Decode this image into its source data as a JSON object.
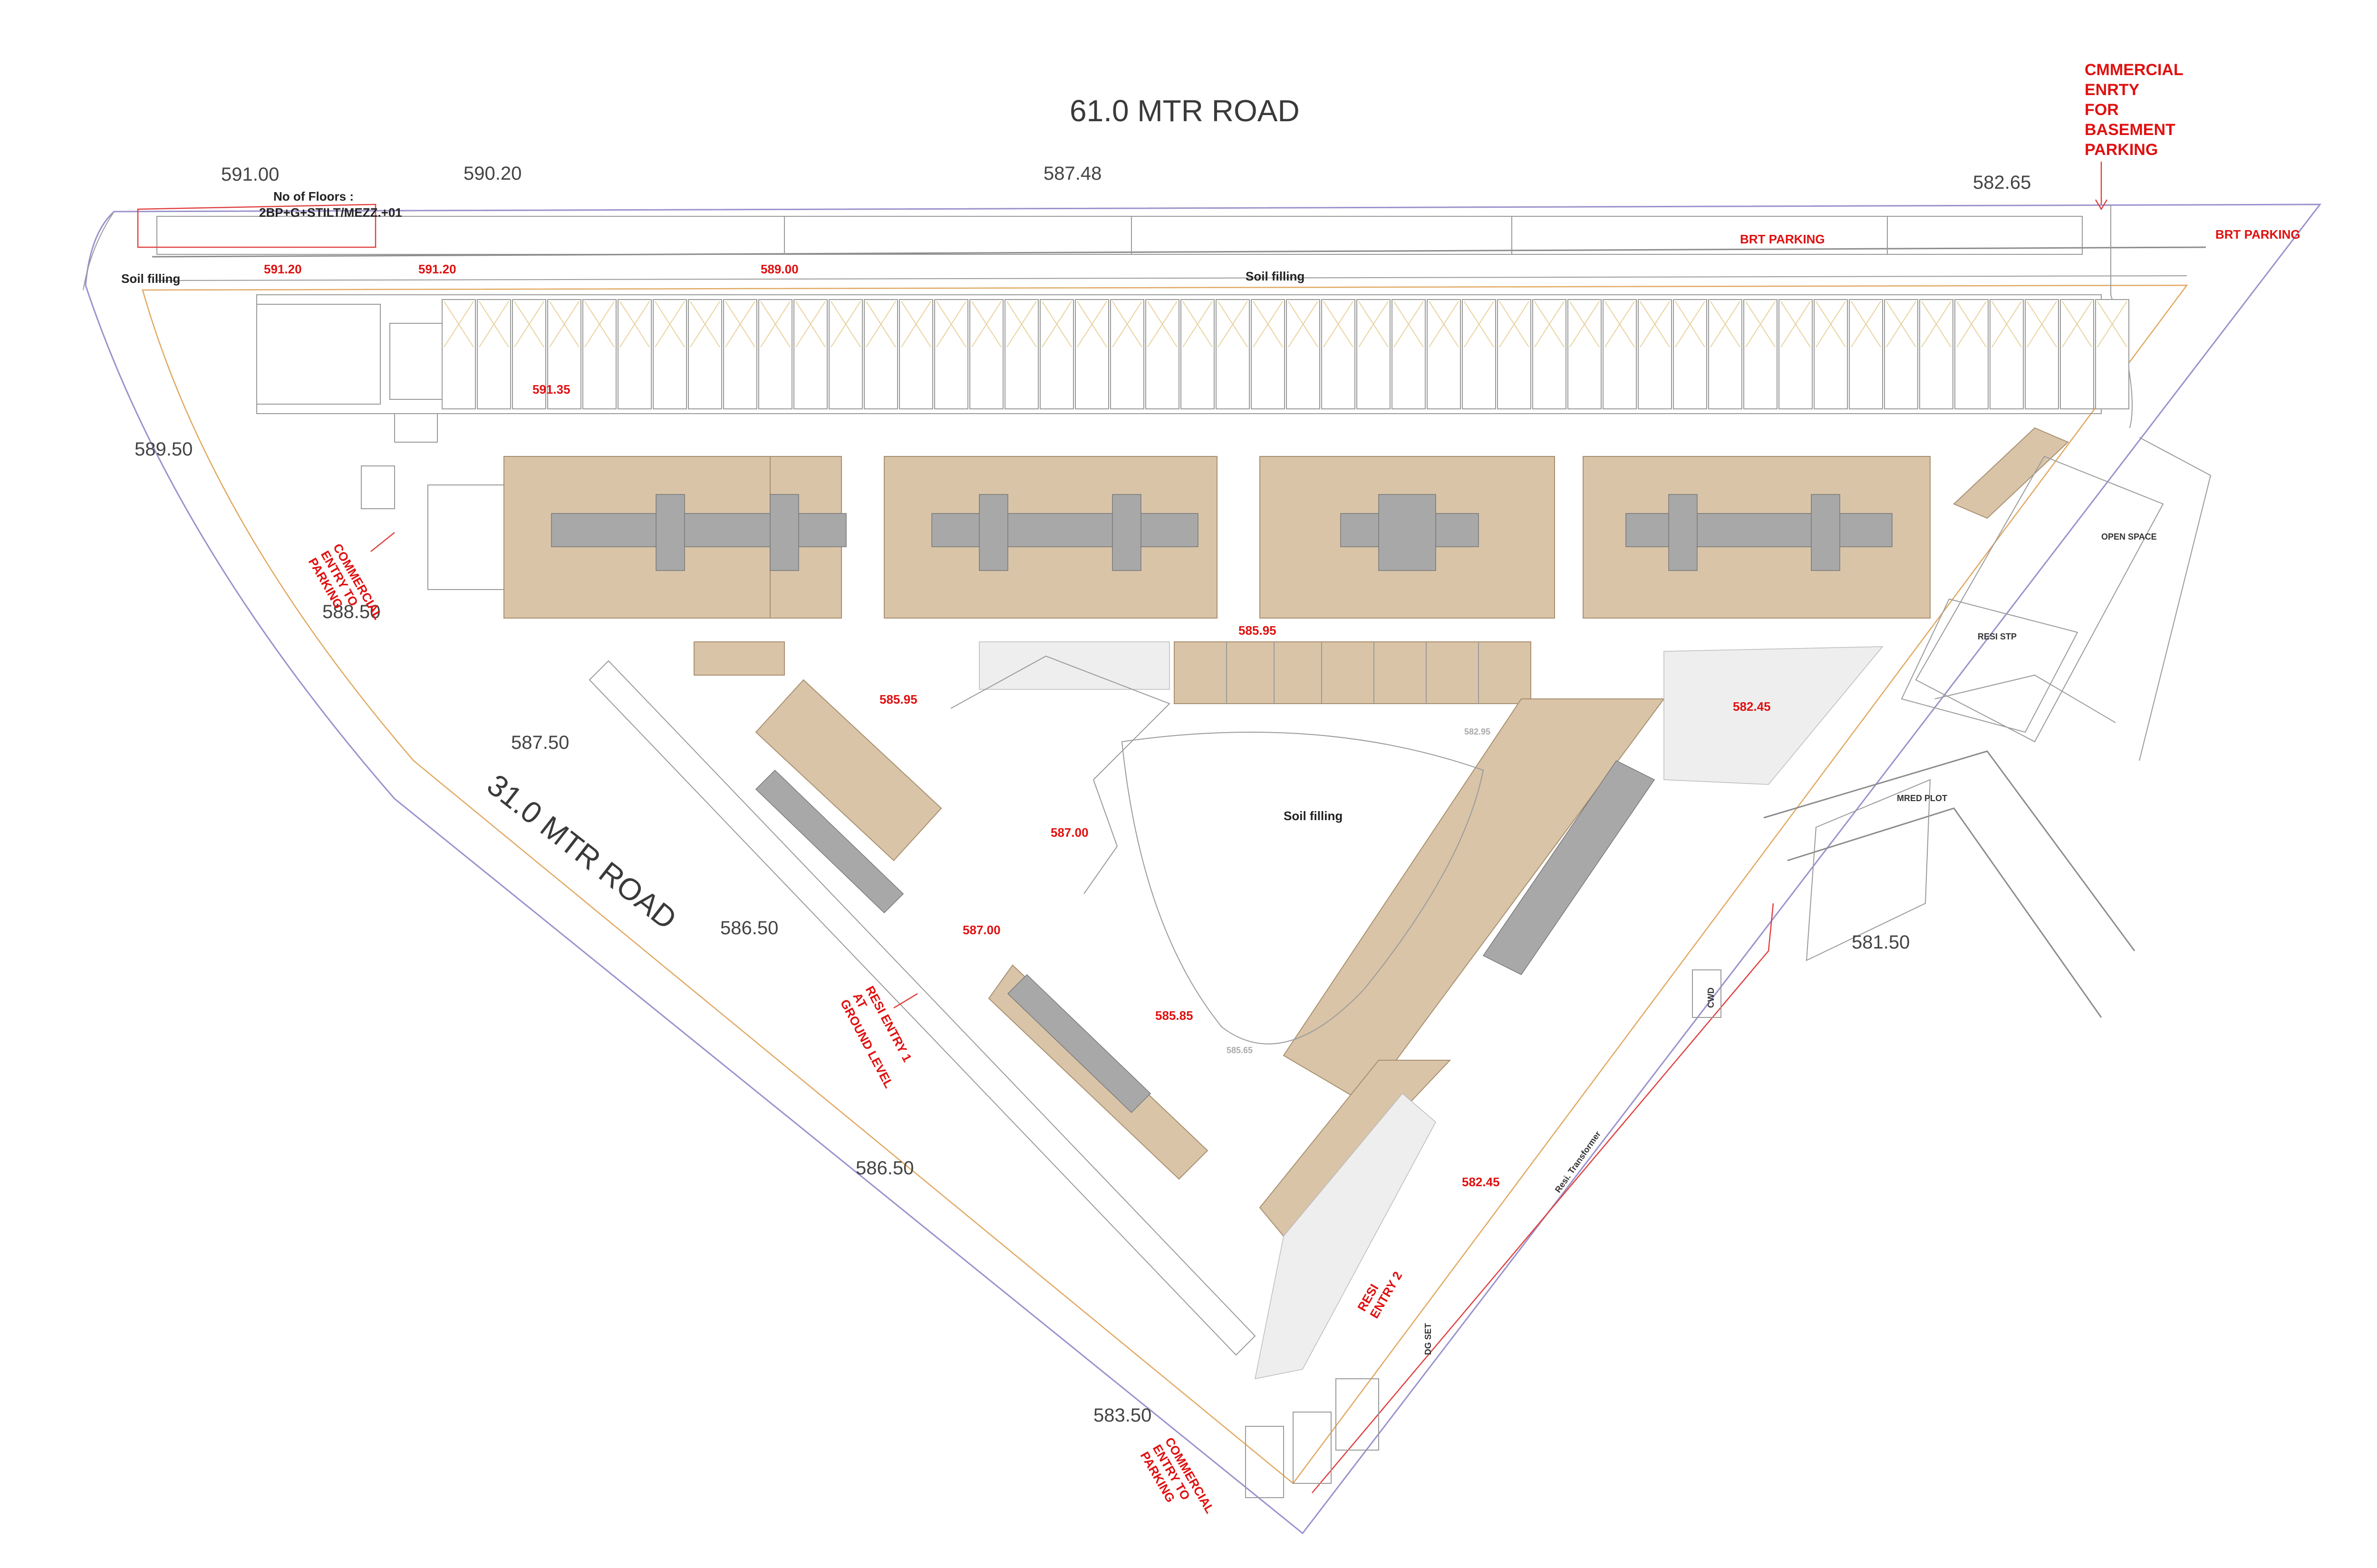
{
  "roads": {
    "main_road": "61.0 MTR ROAD",
    "side_road": "31.0 MTR ROAD"
  },
  "levels": {
    "l591_00": "591.00",
    "l590_20": "590.20",
    "l587_48": "587.48",
    "l582_65": "582.65",
    "l589_50": "589.50",
    "l588_50": "588.50",
    "l587_50": "587.50",
    "l586_50_a": "586.50",
    "l586_50_b": "586.50",
    "l583_50": "583.50",
    "l581_50": "581.50"
  },
  "red_levels": {
    "r591_20_a": "591.20",
    "r591_20_b": "591.20",
    "r589_00": "589.00",
    "r591_35": "591.35",
    "r585_95_a": "585.95",
    "r585_95_b": "585.95",
    "r587_00_a": "587.00",
    "r587_00_b": "587.00",
    "r585_85": "585.85",
    "r582_45_a": "582.45",
    "r582_45_b": "582.45"
  },
  "grey_levels": {
    "g582_95": "582.95",
    "g585_65": "585.65"
  },
  "notes": {
    "floors_title": "No of Floors :",
    "floors_value": "2BP+G+STILT/MEZZ.+01",
    "soil_filling_left": "Soil filling",
    "soil_filling_top": "Soil filling",
    "soil_filling_center": "Soil filling",
    "brt_parking_1": "BRT PARKING",
    "brt_parking_2": "BRT PARKING",
    "commercial_entry_lines": [
      "CMMERCIAL",
      "ENRTY",
      "FOR",
      "BASEMENT",
      "PARKING"
    ],
    "commercial_entry_left_1": "COMMERCIAL",
    "commercial_entry_left_2": "ENTRY TO",
    "commercial_entry_left_3": "PARKING",
    "resi_entry_1_a": "RESI ENTRY 1",
    "resi_entry_1_b": "AT",
    "resi_entry_1_c": "GROUND LEVEL",
    "resi_entry_2_a": "RESI",
    "resi_entry_2_b": "ENTRY 2",
    "commercial_entry_bottom_1": "COMMERCIAL",
    "commercial_entry_bottom_2": "ENTRY TO",
    "commercial_entry_bottom_3": "PARKING",
    "open_space": "OPEN SPACE",
    "resi_stp": "RESI STP",
    "mred_plot": "MRED PLOT",
    "dg_set": "DG SET",
    "cwd": "CWD",
    "rail_transformer": "Resi. Transformer"
  },
  "colors": {
    "building": "#d9c4a8",
    "core": "#a8a8a8",
    "annotation": "#e01010",
    "boundary": "#9a92cc"
  }
}
